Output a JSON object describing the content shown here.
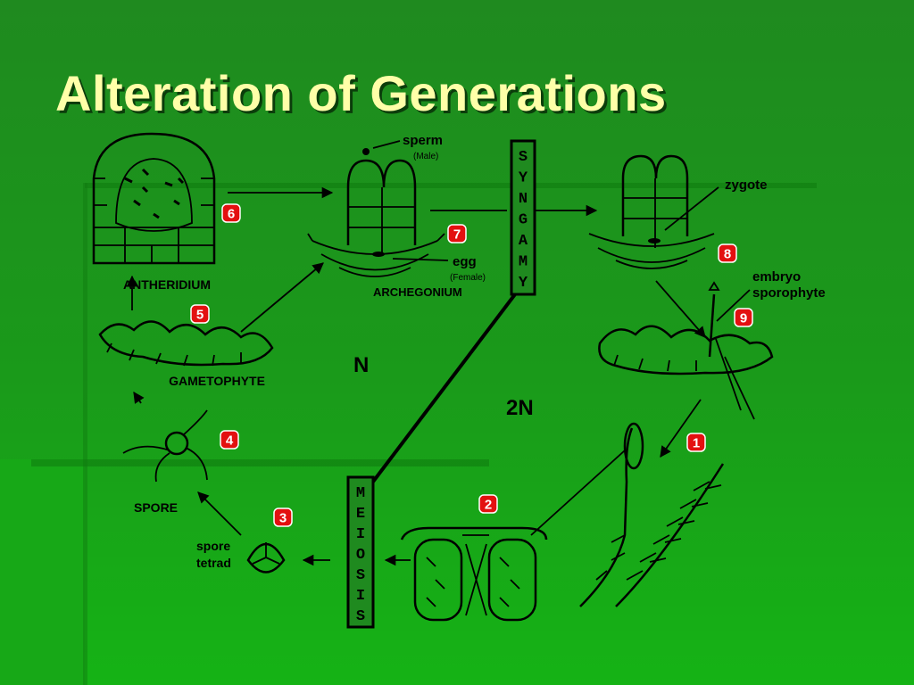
{
  "slide": {
    "title": "Alteration of Generations"
  },
  "labels": {
    "sperm": "sperm",
    "male": "(Male)",
    "egg": "egg",
    "female": "(Female)",
    "zygote": "zygote",
    "embryo": "embryo",
    "sporophyte": "sporophyte",
    "antheridium": "ANTHERIDIUM",
    "archegonium": "ARCHEGONIUM",
    "gametophyte": "GAMETOPHYTE",
    "spore": "SPORE",
    "spore_line1": "spore",
    "spore_line2": "tetrad",
    "n": "N",
    "two_n": "2N"
  },
  "syngamy": [
    "S",
    "Y",
    "N",
    "G",
    "A",
    "M",
    "Y"
  ],
  "meiosis": [
    "M",
    "E",
    "I",
    "O",
    "S",
    "I",
    "S"
  ],
  "steps": [
    "1",
    "2",
    "3",
    "4",
    "5",
    "6",
    "7",
    "8",
    "9"
  ],
  "colors": {
    "background": "#1f8a1f",
    "title": "#ffffa8",
    "badge": "#e31010",
    "ink": "#000000"
  }
}
